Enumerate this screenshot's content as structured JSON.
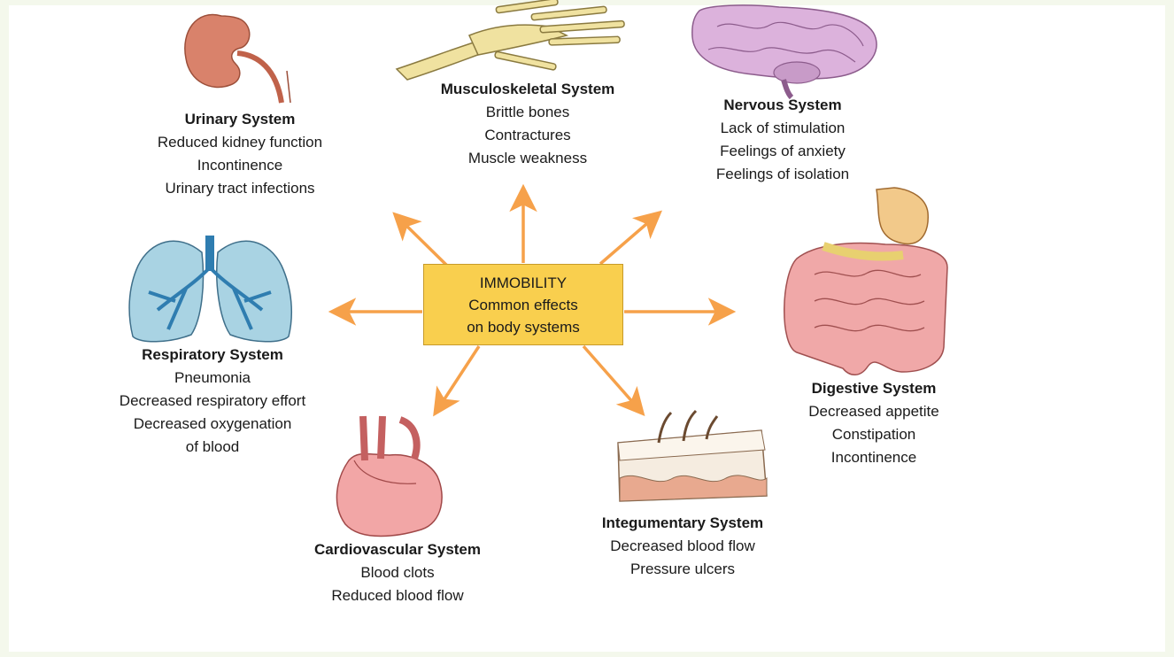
{
  "center": {
    "title": "IMMOBILITY",
    "line1": "Common effects",
    "line2": "on body systems"
  },
  "colors": {
    "arrow": "#f6a14a",
    "center_fill": "#f9cf4e",
    "kidney": "#d9826b",
    "lungs": "#a9d3e3",
    "brain": "#dcb2dc",
    "heart": "#f2a6a6",
    "intestines": "#f0a8a8",
    "bones": "#f0e2a0",
    "skin": "#f5d9c0"
  },
  "systems": {
    "urinary": {
      "title": "Urinary System",
      "items": [
        "Reduced kidney function",
        "Incontinence",
        "Urinary tract infections"
      ],
      "icon": "kidney-icon"
    },
    "musculoskeletal": {
      "title": "Musculoskeletal System",
      "items": [
        "Brittle bones",
        "Contractures",
        "Muscle weakness"
      ],
      "icon": "hand-bones-icon"
    },
    "nervous": {
      "title": "Nervous System",
      "items": [
        "Lack of stimulation",
        "Feelings of anxiety",
        "Feelings of isolation"
      ],
      "icon": "brain-icon"
    },
    "respiratory": {
      "title": "Respiratory System",
      "items": [
        "Pneumonia",
        "Decreased respiratory effort",
        "Decreased oxygenation",
        "of blood"
      ],
      "icon": "lungs-icon"
    },
    "digestive": {
      "title": "Digestive System",
      "items": [
        "Decreased appetite",
        "Constipation",
        "Incontinence"
      ],
      "icon": "digestive-tract-icon"
    },
    "cardiovascular": {
      "title": "Cardiovascular System",
      "items": [
        "Blood clots",
        "Reduced blood flow"
      ],
      "icon": "heart-icon"
    },
    "integumentary": {
      "title": "Integumentary System",
      "items": [
        "Decreased blood flow",
        "Pressure ulcers"
      ],
      "icon": "skin-icon"
    }
  }
}
